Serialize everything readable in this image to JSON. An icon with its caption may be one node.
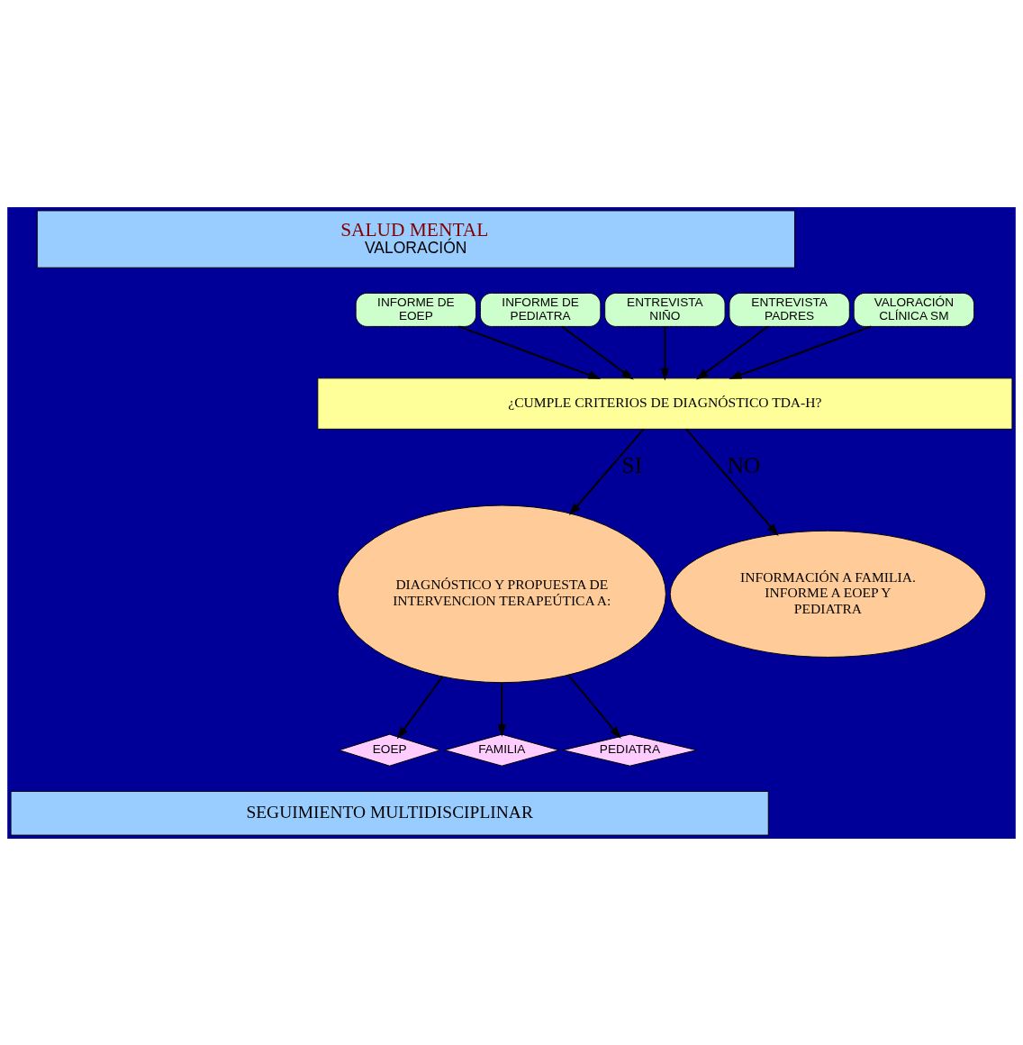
{
  "diagram": {
    "nodes": [
      {
        "text": [
          "SALUD MENTAL",
          "VALORACIÓN"
        ]
      },
      {
        "text": [
          "INFORME DE EOEP"
        ]
      },
      {
        "text": [
          "INFORME DE PEDIATRA"
        ]
      },
      {
        "text": [
          "ENTREVISTA NIÑO"
        ]
      },
      {
        "text": [
          "ENTREVISTA PADRES"
        ]
      },
      {
        "text": [
          "VALORACIÓN CLÍNICA SM"
        ]
      },
      {
        "text": [
          "¿CUMPLE CRITERIOS DE DIAGNÓSTICO TDA-H?"
        ]
      },
      {
        "text": [
          "DIAGNÓSTICO Y PROPUESTA DE INTERVENCION TERAPEÚTICA A:"
        ]
      },
      {
        "text": [
          "INFORMACIÓN A FAMILIA. INFORME A EOEP Y PEDIATRA"
        ]
      },
      {
        "text": [
          "EOEP"
        ]
      },
      {
        "text": [
          "FAMILIA"
        ]
      },
      {
        "text": [
          "PEDIATRA"
        ]
      },
      {
        "text": [
          "SEGUIMIENTO MULTIDISCIPLINAR"
        ]
      }
    ],
    "edges": [
      {
        "from": 1,
        "to": 6,
        "arrow": "to"
      },
      {
        "from": 2,
        "to": 6,
        "arrow": "to"
      },
      {
        "from": 3,
        "to": 6,
        "arrow": "to"
      },
      {
        "from": 4,
        "to": 6,
        "arrow": "to"
      },
      {
        "from": 5,
        "to": 6,
        "arrow": "to"
      },
      {
        "from": 6,
        "to": 7,
        "label": "SI",
        "arrow": "to"
      },
      {
        "from": 6,
        "to": 8,
        "label": "NO",
        "arrow": "to"
      },
      {
        "from": 7,
        "to": 9,
        "arrow": "to"
      },
      {
        "from": 7,
        "to": 10,
        "arrow": "to"
      },
      {
        "from": 7,
        "to": 11,
        "arrow": "to"
      }
    ]
  }
}
